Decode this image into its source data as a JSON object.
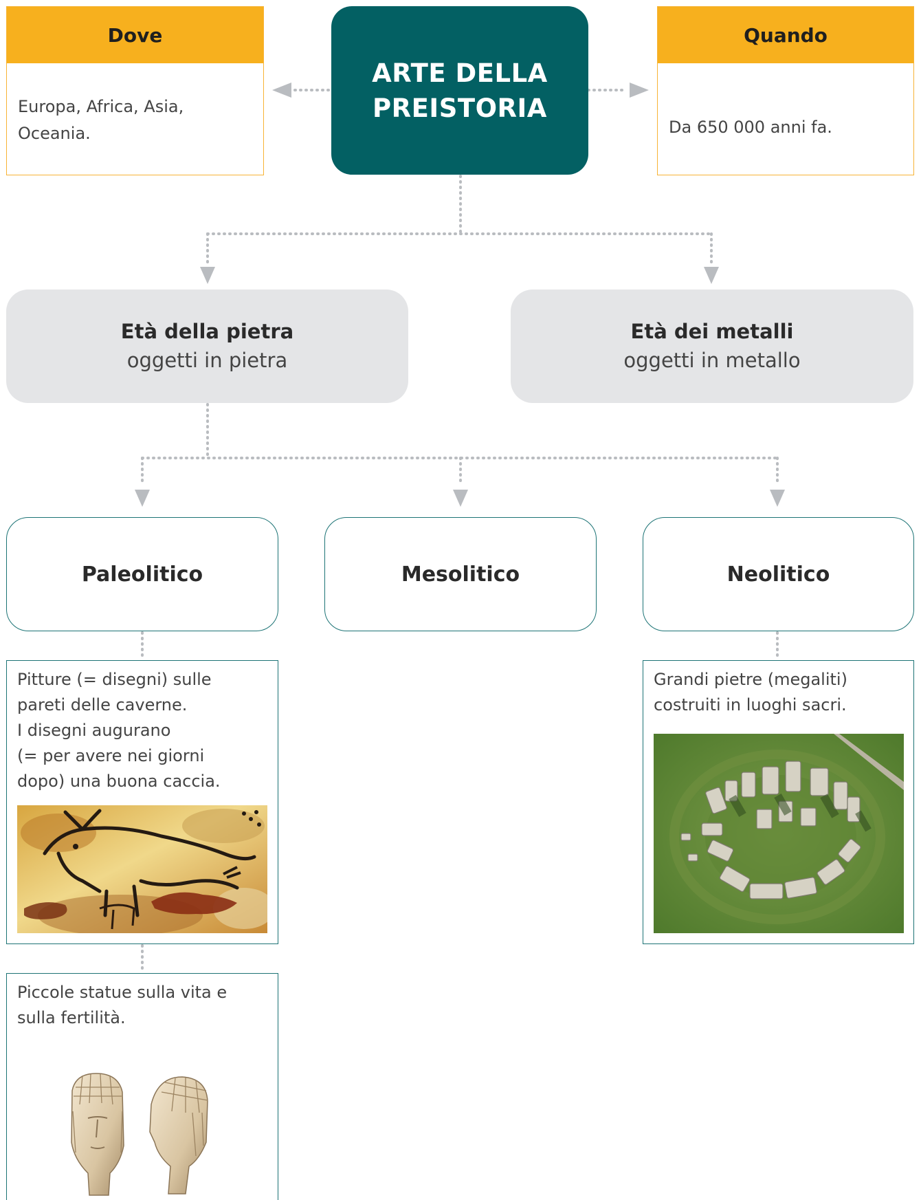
{
  "dove": {
    "header": "Dove",
    "text": "Europa, Africa, Asia, Oceania."
  },
  "quando": {
    "header": "Quando",
    "text": "Da 650 000 anni fa."
  },
  "title": {
    "line1": "ARTE DELLA",
    "line2": "PREISTORIA"
  },
  "eras": [
    {
      "title": "Età della pietra",
      "subtitle": "oggetti in pietra"
    },
    {
      "title": "Età dei metalli",
      "subtitle": "oggetti in metallo"
    }
  ],
  "periods": [
    {
      "label": "Paleolitico"
    },
    {
      "label": "Mesolitico"
    },
    {
      "label": "Neolitico"
    }
  ],
  "paleolitico_pitture": {
    "lines": [
      "Pitture (= disegni) sulle",
      "pareti delle caverne.",
      "I disegni augurano",
      "(= per avere nei giorni",
      "dopo) una buona caccia."
    ]
  },
  "paleolitico_statue": {
    "lines": [
      "Piccole statue sulla vita e",
      "sulla fertilità."
    ]
  },
  "neolitico_megaliti": {
    "lines": [
      "Grandi pietre (megaliti)",
      "costruiti in luoghi sacri."
    ]
  },
  "colors": {
    "title_bg": "#036063",
    "info_header": "#f7b01e",
    "info_border": "#f7b335",
    "era_bg": "#e4e5e7",
    "box_border": "#1c7375",
    "connector": "#b9bcc0"
  }
}
